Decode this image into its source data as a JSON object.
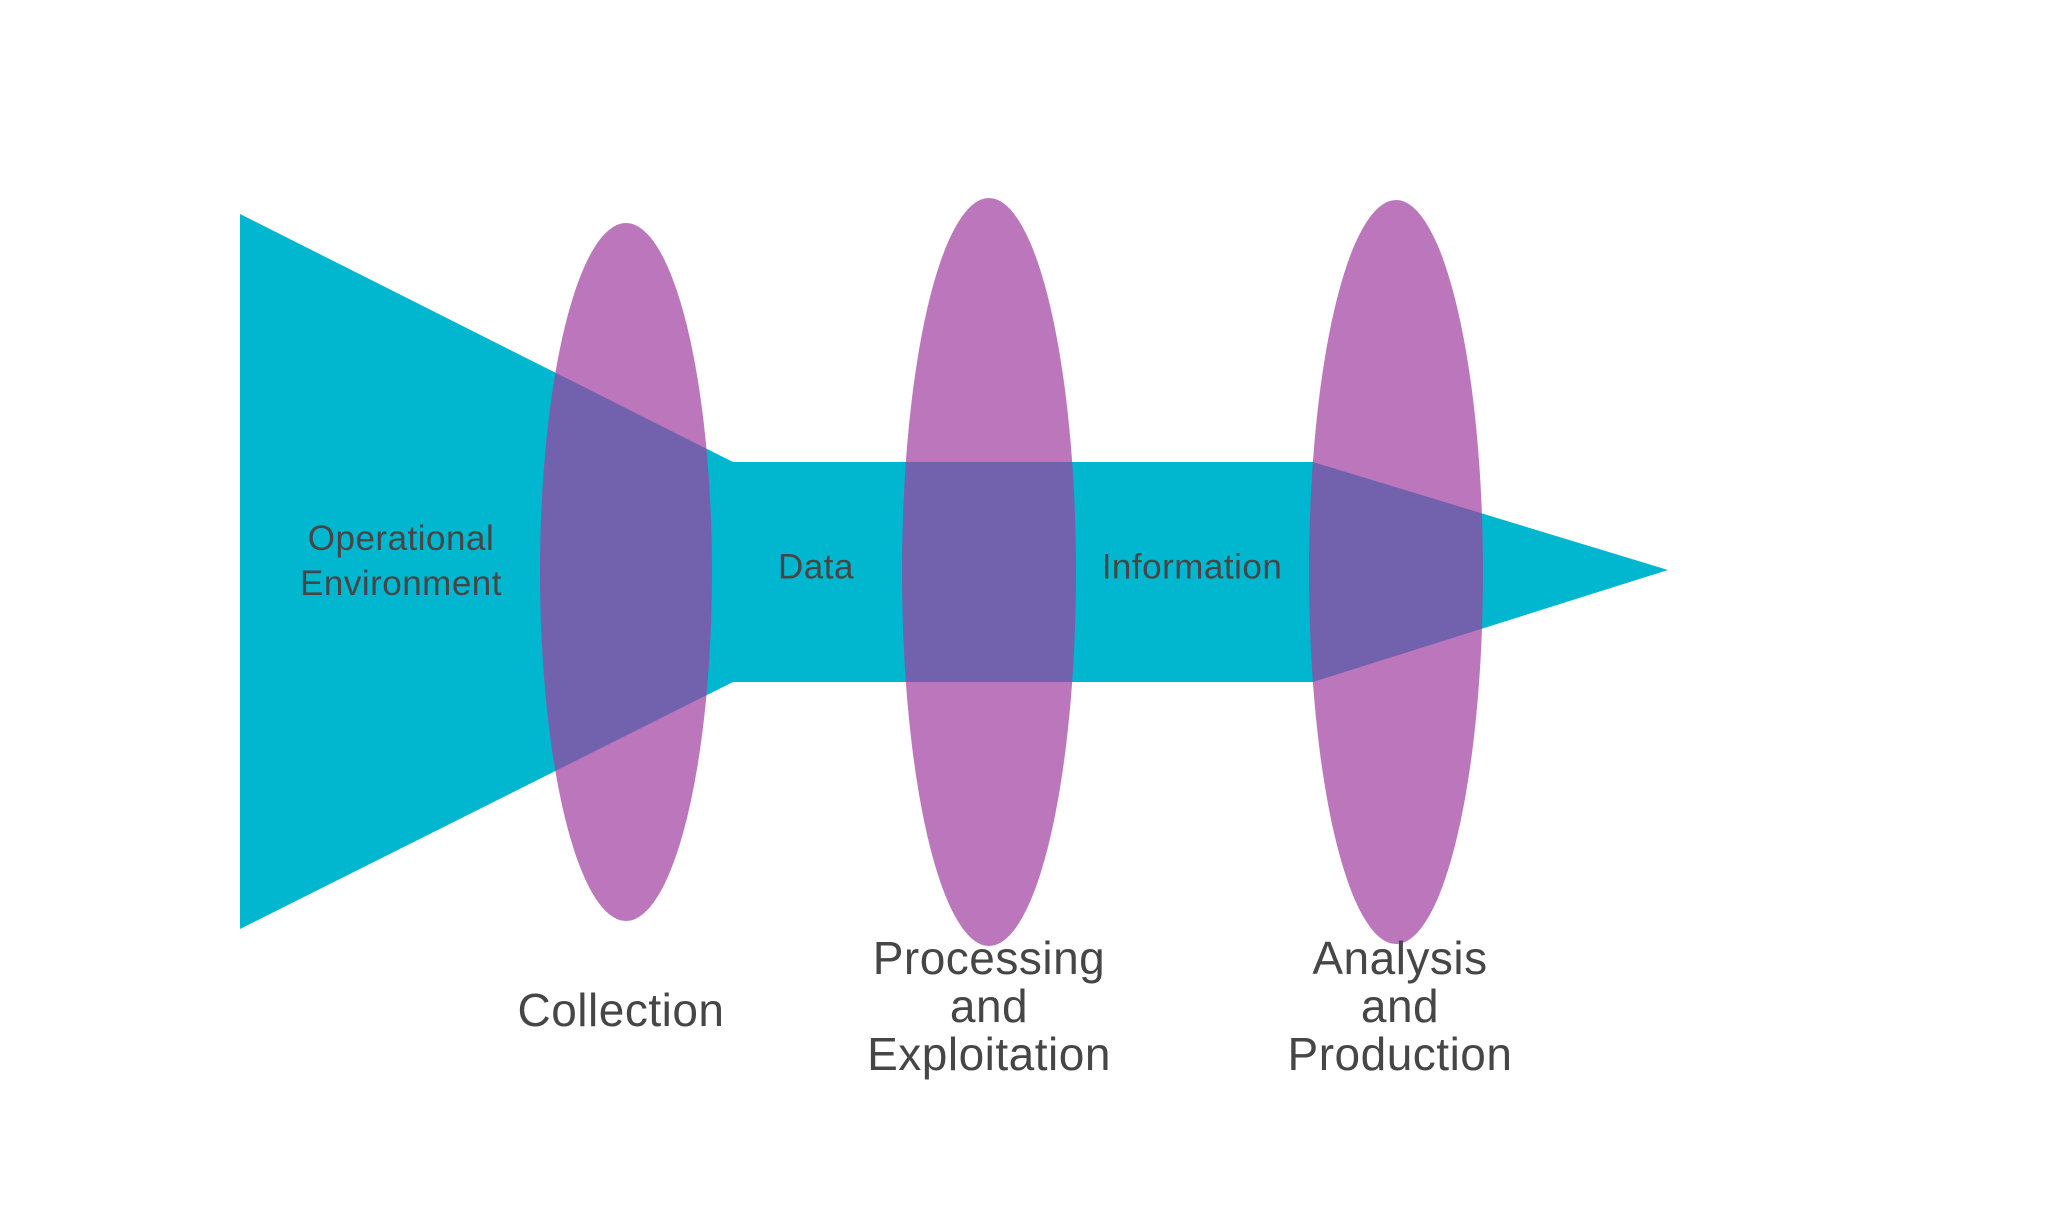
{
  "diagram": {
    "colors": {
      "arrow_cyan": "#00b7cf",
      "lens_purple_base": "#a040a0",
      "lens_purple_apparent": "#bb77bb",
      "overlap_apparent": "#7166ab",
      "text": "#464646",
      "background": "#ffffff"
    },
    "flow_labels": [
      {
        "id": "operational-environment",
        "text": "Operational\nEnvironment"
      },
      {
        "id": "data",
        "text": "Data"
      },
      {
        "id": "information",
        "text": "Information"
      }
    ],
    "stage_labels": [
      {
        "id": "collection",
        "text": "Collection"
      },
      {
        "id": "processing-exploitation",
        "text": "Processing\nand\nExploitation"
      },
      {
        "id": "analysis-production",
        "text": "Analysis\nand\nProduction"
      }
    ]
  }
}
